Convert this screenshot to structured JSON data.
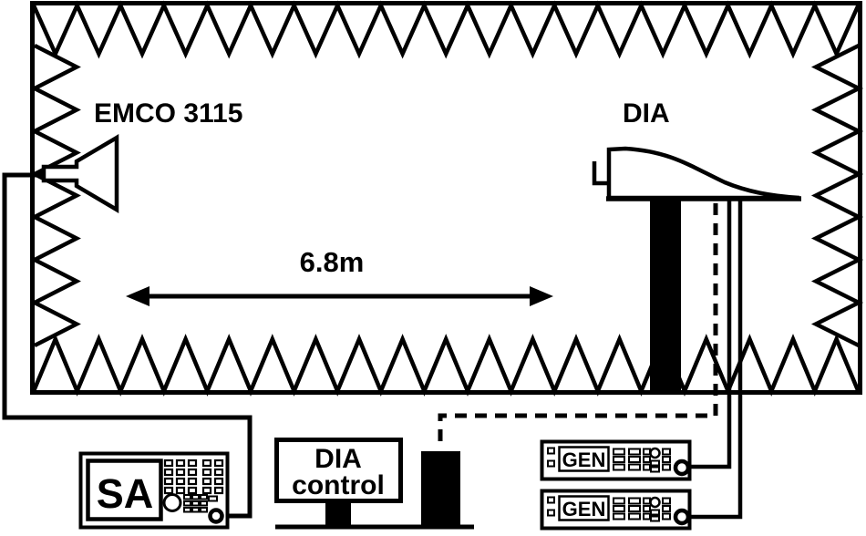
{
  "colors": {
    "ink": "#000000",
    "background": "#ffffff"
  },
  "chamber": {
    "transmit_antenna_label": "EMCO 3115",
    "device_under_test_label": "DIA",
    "separation_distance": "6.8m"
  },
  "equipment": {
    "spectrum_analyzer_label": "SA",
    "dia_control_line1": "DIA",
    "dia_control_line2": "control",
    "generator_top_label": "GEN",
    "generator_bottom_label": "GEN"
  },
  "icons": {
    "absorber_cone": "zigzag-triangle",
    "coax_connector": "bold-ring",
    "knob": "circle",
    "keypad_button": "small-rect"
  }
}
